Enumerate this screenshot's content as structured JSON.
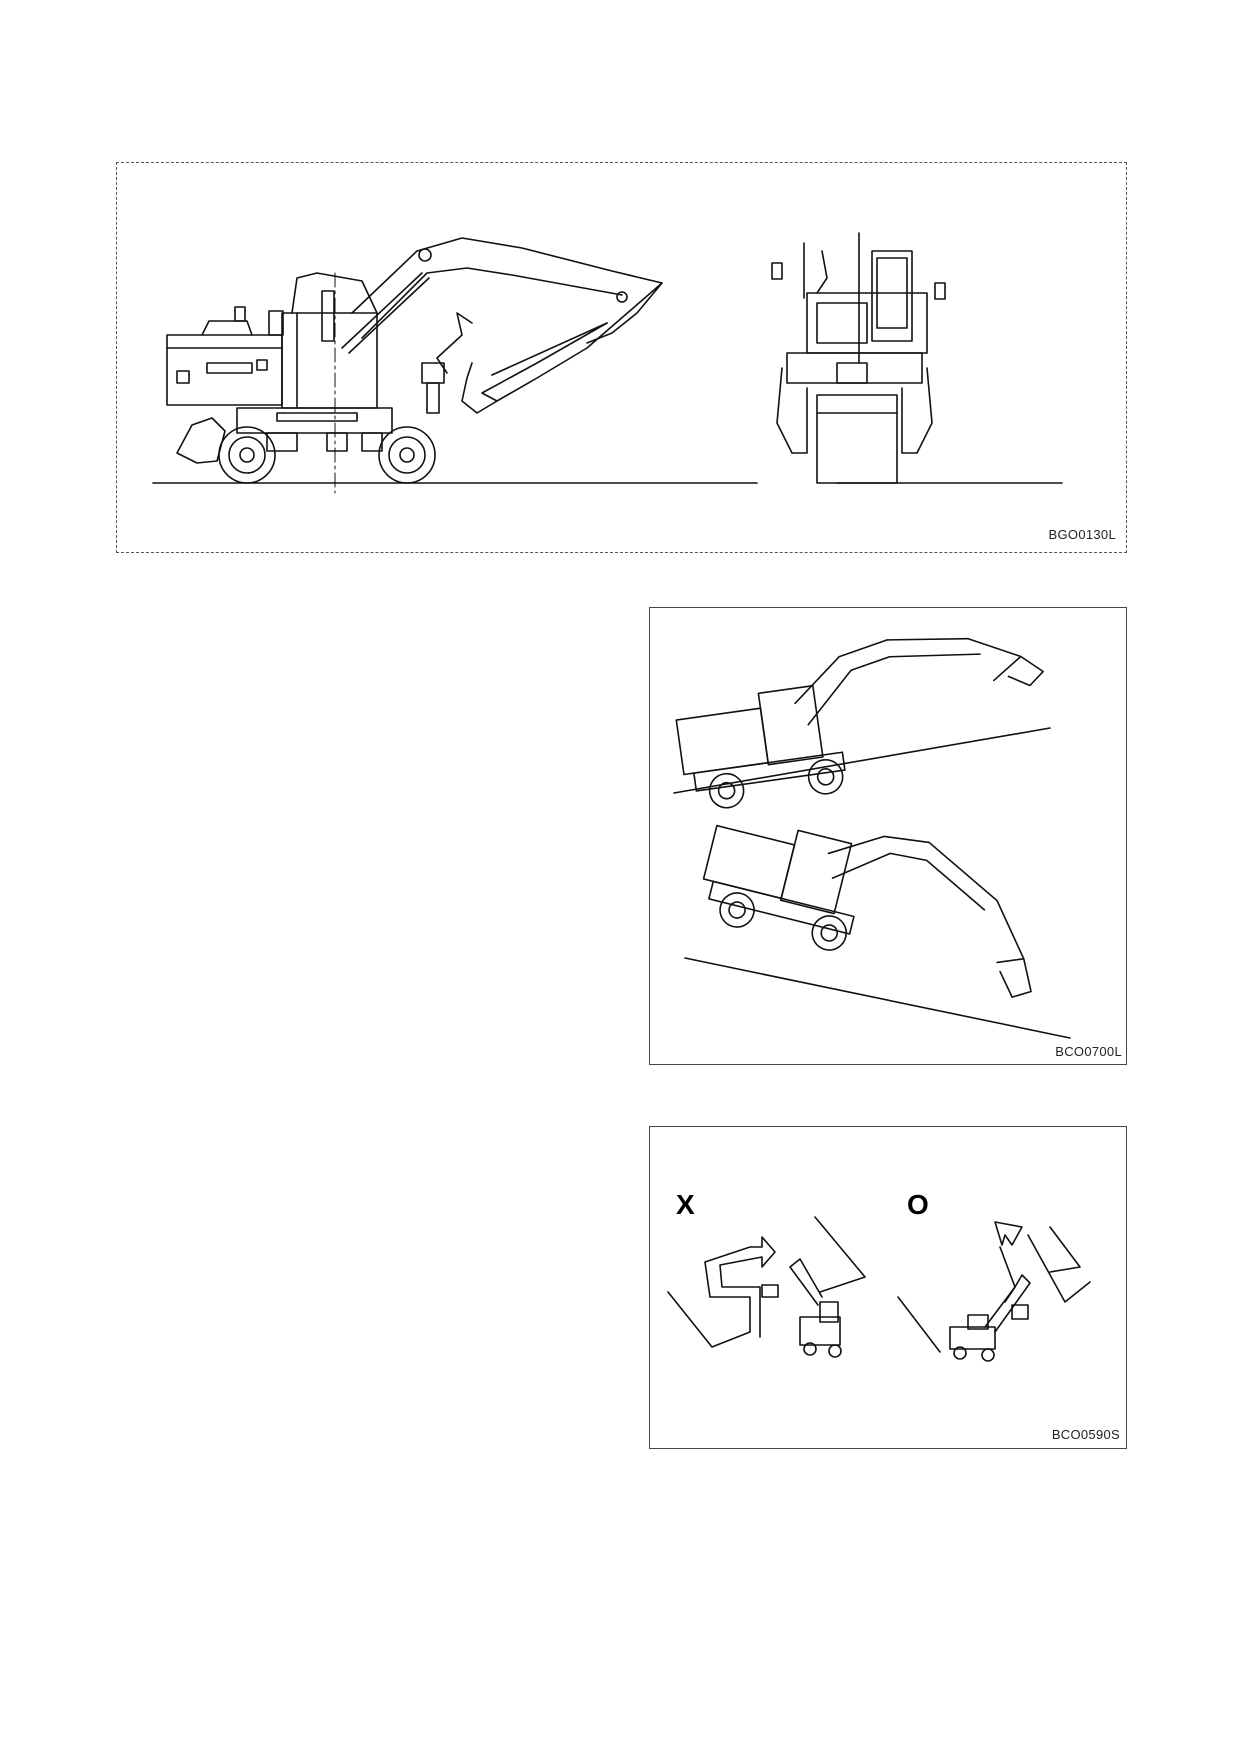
{
  "figures": {
    "machine_views": {
      "code": "BGO0130L"
    },
    "slope_work": {
      "code": "BCO0700L"
    },
    "slope_turn": {
      "code": "BCO0590S",
      "wrong_mark": "X",
      "right_mark": "O"
    }
  }
}
